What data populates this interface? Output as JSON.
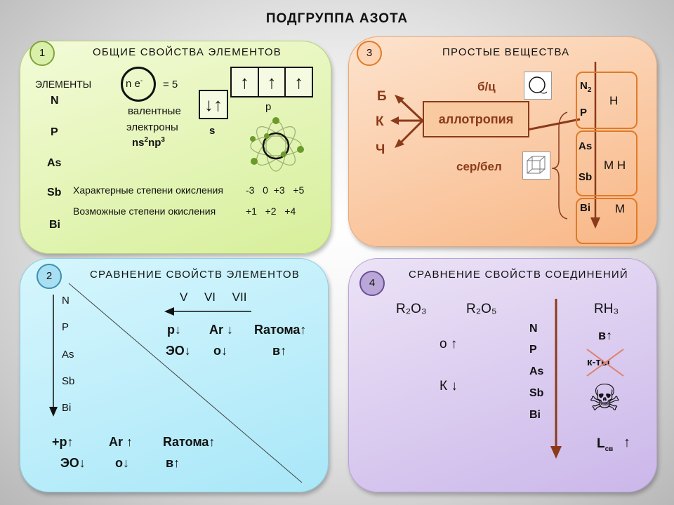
{
  "title": "ПОДГРУППА   АЗОТА",
  "panel1": {
    "number": "1",
    "header": "ОБЩИЕ  СВОЙСТВА  ЭЛЕМЕНТОВ",
    "elements_label": "ЭЛЕМЕНТЫ",
    "elements": [
      "N",
      "P",
      "As",
      "Sb",
      "Bi"
    ],
    "ne_label": "n e",
    "ne_sup": "-",
    "ne_value": "= 5",
    "valence_line1": "валентные",
    "valence_line2": "электроны",
    "config_a": "ns",
    "config_a_sup": "2",
    "config_b": "np",
    "config_b_sup": "3",
    "s_label": "s",
    "p_label": "p",
    "s_cell": "↓↑",
    "p_cells": [
      "↑",
      "↑",
      "↑"
    ],
    "ox_char_label": "Характерные  степени   окисления",
    "ox_char_values": "-3   0  +3   +5",
    "ox_poss_label": "Возможные  степени   окисления",
    "ox_poss_values": "+1   +2   +4"
  },
  "panel2": {
    "number": "2",
    "header": "СРАВНЕНИЕ  СВОЙСТВ  ЭЛЕМЕНТОВ",
    "elements": [
      "N",
      "P",
      "As",
      "Sb",
      "Bi"
    ],
    "groups": "V     VI     VII",
    "top_row1": [
      "p↓",
      "Ar ↓",
      "Rатома↑"
    ],
    "top_row2": [
      "ЭО↓",
      "о↓",
      "в↑"
    ],
    "bot_row1": [
      "+p↑",
      "Ar ↑",
      "Rатома↑"
    ],
    "bot_row2": [
      "ЭО↓",
      "о↓",
      "в↑"
    ]
  },
  "panel3": {
    "number": "3",
    "header": "ПРОСТЫЕ  ВЕЩЕСТВА",
    "letters": [
      "Б",
      "К",
      "Ч"
    ],
    "bc": "б/ц",
    "allotropy": "аллотропия",
    "serbel": "сер/бел",
    "right_elements": [
      "N2",
      "P",
      "As",
      "Sb",
      "Bi"
    ],
    "class_h": "Н",
    "class_mh": "М Н",
    "class_m": "М",
    "colors": {
      "accent": "#8b3a1a",
      "border": "#e07a28"
    }
  },
  "panel4": {
    "number": "4",
    "header": "СРАВНЕНИЕ  СВОЙСТВ  СОЕДИНЕНИЙ",
    "r2o3": "R₂O₃",
    "r2o5": "R₂O₅",
    "rh3": "RH₃",
    "o_up": "о ↑",
    "k_down": "К ↓",
    "elements": [
      "N",
      "P",
      "As",
      "Sb",
      "Bi"
    ],
    "v_up": "в↑",
    "acids": "к-ты",
    "skull": "☠",
    "lsv": "L",
    "lsv_sub": "св",
    "lsv_arrow": "↑"
  }
}
